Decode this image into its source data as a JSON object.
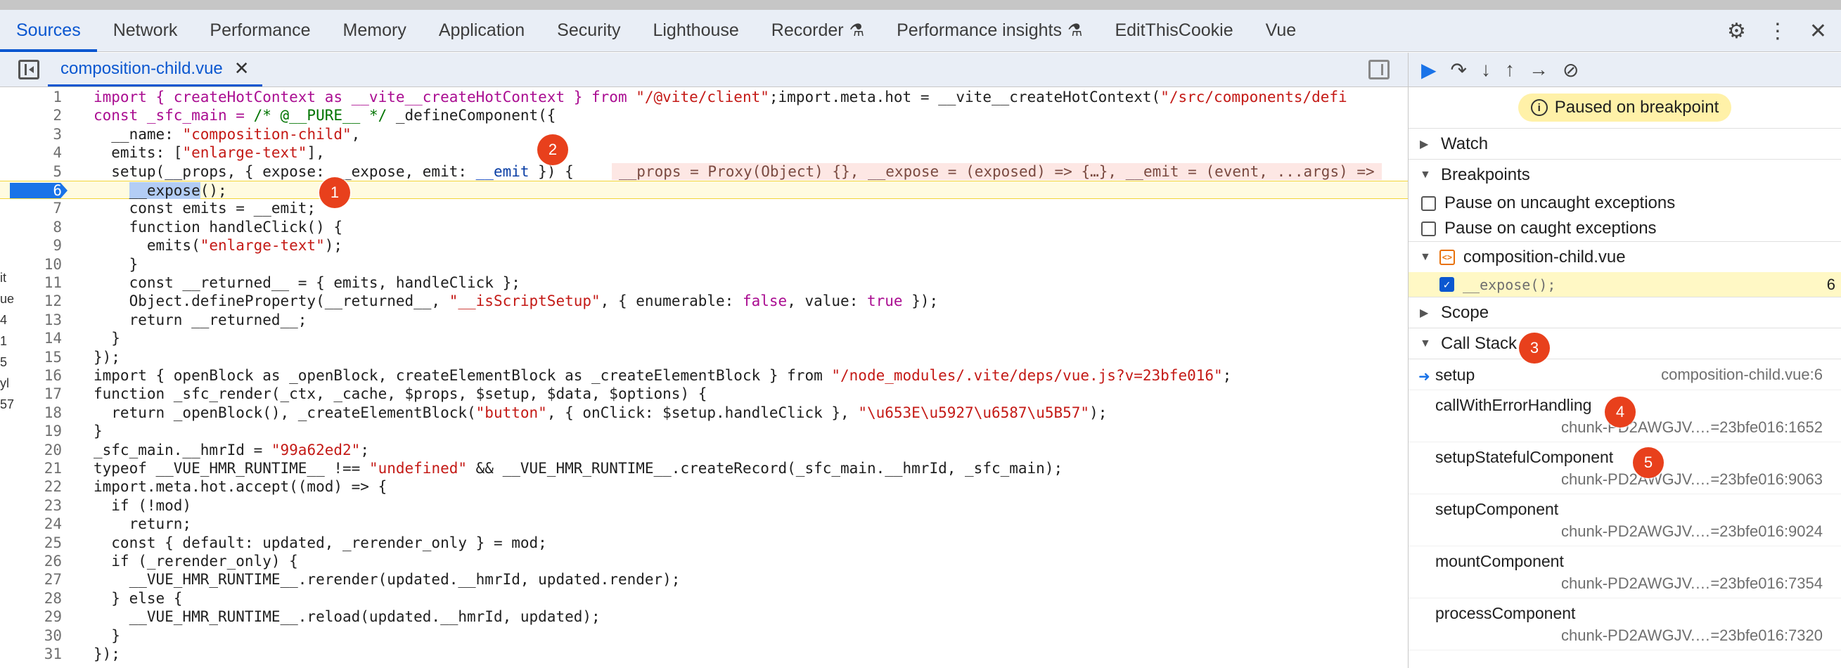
{
  "tabs": [
    "Sources",
    "Network",
    "Performance",
    "Memory",
    "Application",
    "Security",
    "Lighthouse",
    "Recorder",
    "Performance insights",
    "EditThisCookie",
    "Vue"
  ],
  "active_tab": "Sources",
  "file_tab": "composition-child.vue",
  "editor_lines": [
    {
      "n": "1"
    },
    {
      "n": "2"
    },
    {
      "n": "3"
    },
    {
      "n": "4"
    },
    {
      "n": "5"
    },
    {
      "n": "6"
    },
    {
      "n": "7"
    },
    {
      "n": "8"
    },
    {
      "n": "9"
    },
    {
      "n": "10"
    },
    {
      "n": "11"
    },
    {
      "n": "12"
    },
    {
      "n": "13"
    },
    {
      "n": "14"
    },
    {
      "n": "15"
    },
    {
      "n": "16"
    },
    {
      "n": "17"
    },
    {
      "n": "18"
    },
    {
      "n": "19"
    },
    {
      "n": "20"
    },
    {
      "n": "21"
    },
    {
      "n": "22"
    },
    {
      "n": "23"
    },
    {
      "n": "24"
    },
    {
      "n": "25"
    },
    {
      "n": "26"
    },
    {
      "n": "27"
    },
    {
      "n": "28"
    },
    {
      "n": "29"
    },
    {
      "n": "30"
    },
    {
      "n": "31"
    }
  ],
  "code": {
    "l1a": "import { createHotContext as __vite__createHotContext } from ",
    "l1b": "\"/@vite/client\"",
    "l1c": ";import.meta.hot = __vite__createHotContext(",
    "l1d": "\"/src/components/defi",
    "l2a": "const _sfc_main = ",
    "l2b": "/* @__PURE__ */",
    "l2c": " _defineComponent({",
    "l3a": "  __name: ",
    "l3b": "\"composition-child\"",
    "l3c": ",",
    "l4a": "  emits: [",
    "l4b": "\"enlarge-text\"",
    "l4c": "],",
    "l5a": "  setup(__props, { expose: __expose, emit: ",
    "l5b": "__emit",
    "l5c": " }) {",
    "l5inline": "__props = Proxy(Object) {}, __expose = (exposed) => {…}, __emit = (event, ...args) =>",
    "l6a": "    ",
    "l6b": "__expose",
    "l6c": "();",
    "l7": "    const emits = __emit;",
    "l8": "    function handleClick() {",
    "l9a": "      emits(",
    "l9b": "\"enlarge-text\"",
    "l9c": ");",
    "l10": "    }",
    "l11": "    const __returned__ = { emits, handleClick };",
    "l12a": "    Object.defineProperty(__returned__, ",
    "l12b": "\"__isScriptSetup\"",
    "l12c": ", { enumerable: ",
    "l12d": "false",
    "l12e": ", value: ",
    "l12f": "true",
    "l12g": " });",
    "l13": "    return __returned__;",
    "l14": "  }",
    "l15": "});",
    "l16a": "import { openBlock as _openBlock, createElementBlock as _createElementBlock } from ",
    "l16b": "\"/node_modules/.vite/deps/vue.js?v=23bfe016\"",
    "l16c": ";",
    "l17": "function _sfc_render(_ctx, _cache, $props, $setup, $data, $options) {",
    "l18a": "  return _openBlock(), _createElementBlock(",
    "l18b": "\"button\"",
    "l18c": ", { onClick: $setup.handleClick }, ",
    "l18d": "\"\\u653E\\u5927\\u6587\\u5B57\"",
    "l18e": ");",
    "l19": "}",
    "l20a": "_sfc_main.__hmrId = ",
    "l20b": "\"99a62ed2\"",
    "l20c": ";",
    "l21a": "typeof __VUE_HMR_RUNTIME__ !== ",
    "l21b": "\"undefined\"",
    "l21c": " && __VUE_HMR_RUNTIME__.createRecord(_sfc_main.__hmrId, _sfc_main);",
    "l22": "import.meta.hot.accept((mod) => {",
    "l23": "  if (!mod)",
    "l24": "    return;",
    "l25": "  const { default: updated, _rerender_only } = mod;",
    "l26": "  if (_rerender_only) {",
    "l27": "    __VUE_HMR_RUNTIME__.rerender(updated.__hmrId, updated.render);",
    "l28": "  } else {",
    "l29": "    __VUE_HMR_RUNTIME__.reload(updated.__hmrId, updated);",
    "l30": "  }",
    "l31": "});"
  },
  "left_edge_fragments": [
    "it",
    "ue",
    "4",
    "1",
    "5",
    "yl",
    "57"
  ],
  "badges": [
    "1",
    "2",
    "3",
    "4",
    "5"
  ],
  "debugger": {
    "paused_text": "Paused on breakpoint",
    "watch": "Watch",
    "breakpoints": "Breakpoints",
    "uncaught": "Pause on uncaught exceptions",
    "caught": "Pause on caught exceptions",
    "bp_file": "composition-child.vue",
    "bp_code": "__expose();",
    "bp_line": "6",
    "scope": "Scope",
    "call_stack": "Call Stack",
    "frames": [
      {
        "fn": "setup",
        "loc": "composition-child.vue:6"
      },
      {
        "fn": "callWithErrorHandling",
        "loc": "chunk-PD2AWGJV.…=23bfe016:1652"
      },
      {
        "fn": "setupStatefulComponent",
        "loc": "chunk-PD2AWGJV.…=23bfe016:9063"
      },
      {
        "fn": "setupComponent",
        "loc": "chunk-PD2AWGJV.…=23bfe016:9024"
      },
      {
        "fn": "mountComponent",
        "loc": "chunk-PD2AWGJV.…=23bfe016:7354"
      },
      {
        "fn": "processComponent",
        "loc": "chunk-PD2AWGJV.…=23bfe016:7320"
      }
    ]
  },
  "icons": [
    "settings-gear-icon",
    "more-vertical-icon",
    "close-icon",
    "resume-icon",
    "step-over-icon",
    "step-into-icon",
    "step-out-icon",
    "step-icon",
    "deactivate-breakpoints-icon",
    "flask-icon",
    "info-icon"
  ],
  "colors": {
    "accent": "#0b57d0",
    "exec_line": "#fffbe0",
    "badge": "#e8401c",
    "paused": "#fff1a8"
  }
}
